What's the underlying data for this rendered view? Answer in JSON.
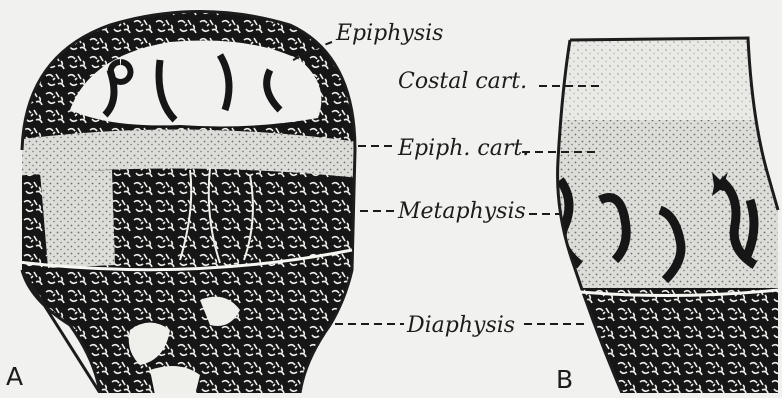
{
  "figure": {
    "background": "#f1f1ef",
    "ink": "#1c1c1c",
    "labels": {
      "epiphysis": "Epiphysis",
      "costal_cart": "Costal cart.",
      "epiph_cart": "Epiph. cart.",
      "metaphysis": "Metaphysis",
      "diaphysis": "Diaphysis"
    },
    "panels": {
      "a": "A",
      "b": "B"
    }
  }
}
